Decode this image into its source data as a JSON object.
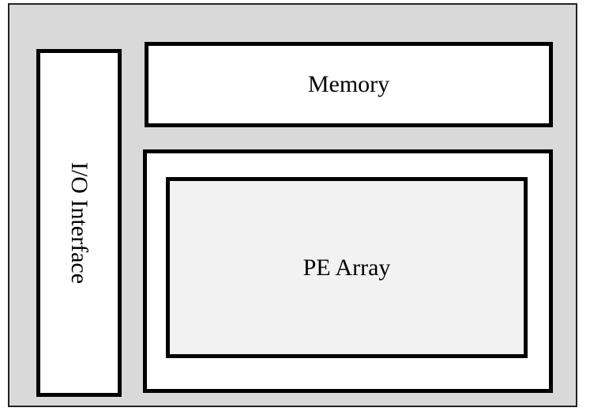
{
  "diagram": {
    "io_label": "I/O Interface",
    "memory_label": "Memory",
    "pe_array_label": "PE Array"
  },
  "colors": {
    "outer_background": "#d9d9d9",
    "block_background": "#ffffff",
    "pe_array_background": "#f2f2f2",
    "border": "#000000"
  }
}
